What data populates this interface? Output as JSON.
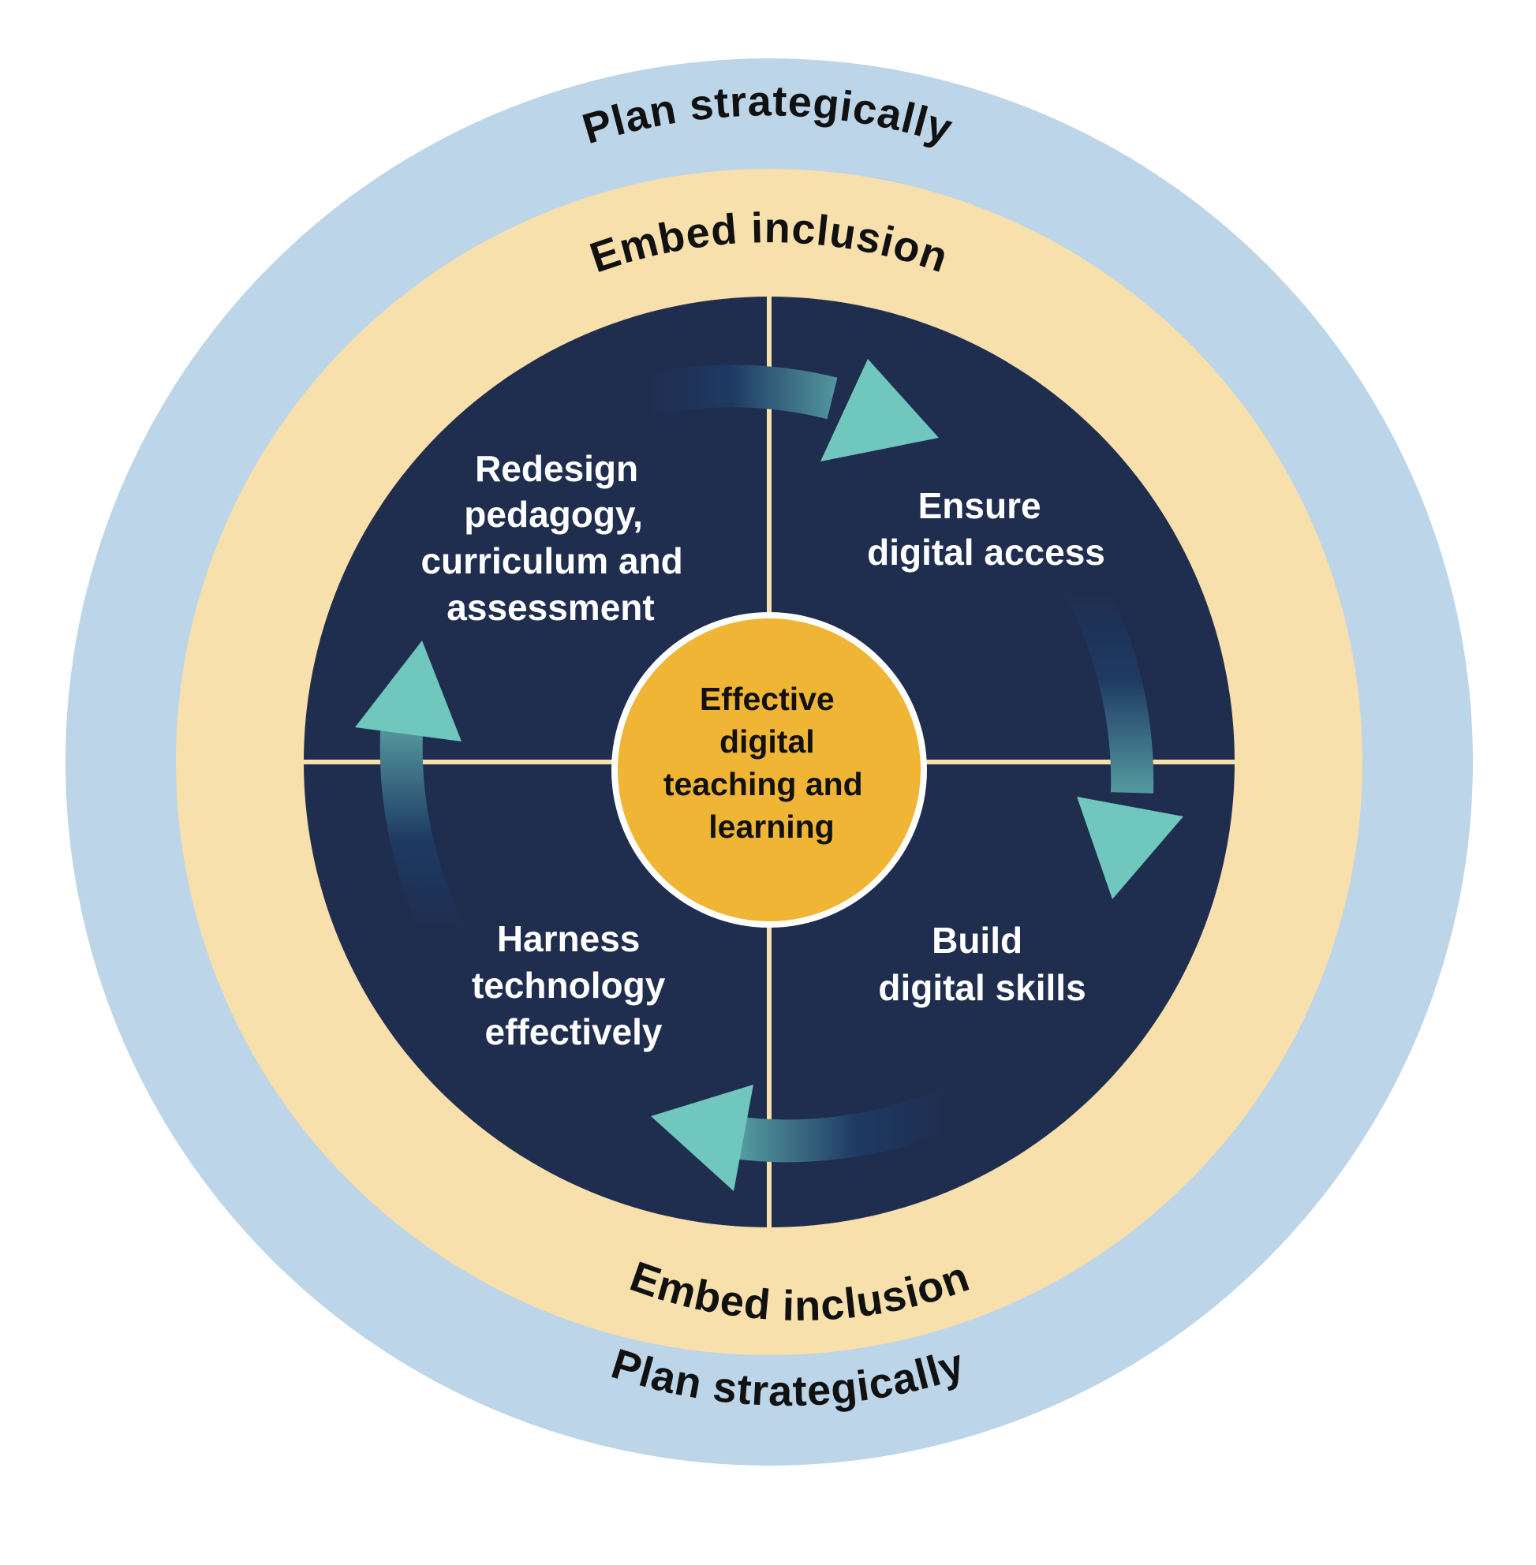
{
  "colors": {
    "outer_ring": "#bcd5e8",
    "inner_ring": "#f7e0ab",
    "quadrant_fill": "#1f2d4f",
    "divider": "#f7e0ab",
    "center_fill": "#f0b535",
    "center_border": "#ffffff",
    "arrow_head": "#6fc7bd",
    "arrow_tail": "#1e3a63"
  },
  "outer_ring": {
    "label_top": "Plan strategically",
    "label_bottom": "Plan strategically"
  },
  "inner_ring": {
    "label_top": "Embed inclusion",
    "label_bottom": "Embed inclusion"
  },
  "quadrants": {
    "top_left": [
      "Redesign",
      "pedagogy,",
      "curriculum and",
      "assessment"
    ],
    "top_right": [
      "Ensure",
      "digital access"
    ],
    "bottom_right": [
      "Build",
      "digital skills"
    ],
    "bottom_left": [
      "Harness",
      "technology",
      "effectively"
    ]
  },
  "center": {
    "lines": [
      "Effective",
      "digital",
      "teaching and",
      "learning"
    ]
  }
}
